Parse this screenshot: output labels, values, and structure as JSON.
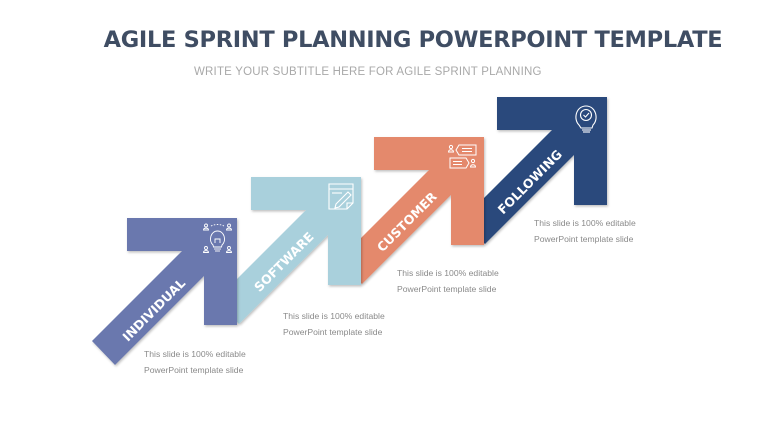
{
  "slide": {
    "title": "AGILE SPRINT PLANNING POWERPOINT TEMPLATE",
    "subtitle": "WRITE YOUR SUBTITLE HERE FOR AGILE SPRINT PLANNING"
  },
  "steps": [
    {
      "label": "INDIVIDUAL",
      "icon": "lightbulb-team-icon",
      "color": "#6b78ae",
      "desc_line1": "This slide is 100% editable",
      "desc_line2": "PowerPoint template slide"
    },
    {
      "label": "SOFTWARE",
      "icon": "edit-document-icon",
      "color": "#a9d0dc",
      "desc_line1": "This slide is 100% editable",
      "desc_line2": "PowerPoint template slide"
    },
    {
      "label": "CUSTOMER",
      "icon": "chat-conversation-icon",
      "color": "#e4896c",
      "desc_line1": "This slide is 100% editable",
      "desc_line2": "PowerPoint template slide"
    },
    {
      "label": "FOLLOWING",
      "icon": "lightbulb-check-icon",
      "color": "#2c4a7c",
      "desc_line1": "This slide is 100% editable",
      "desc_line2": "PowerPoint template slide"
    }
  ]
}
